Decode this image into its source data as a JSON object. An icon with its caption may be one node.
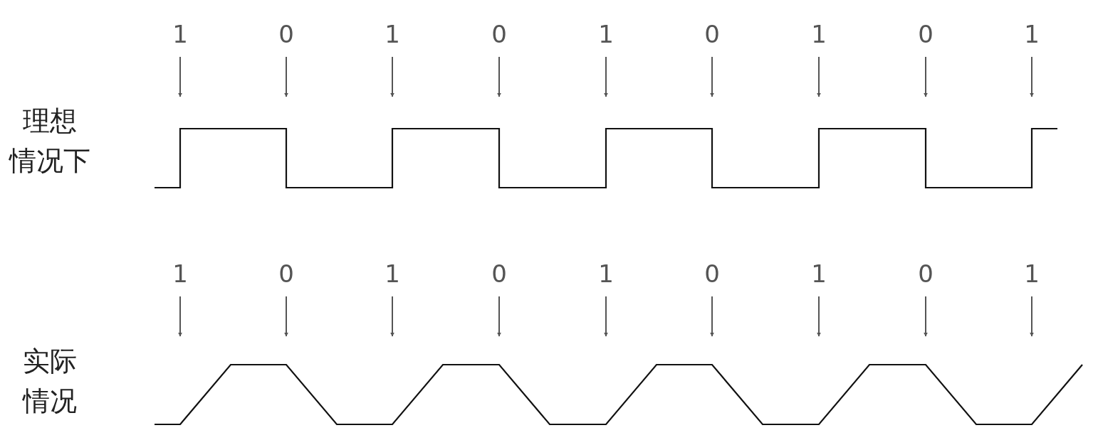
{
  "diagram": {
    "nodes": [
      {
        "text": [
          "1"
        ]
      },
      {
        "text": [
          "0"
        ]
      },
      {
        "text": [
          "1"
        ]
      },
      {
        "text": [
          "0"
        ]
      },
      {
        "text": [
          "1"
        ]
      },
      {
        "text": [
          "0"
        ]
      },
      {
        "text": [
          "1"
        ]
      },
      {
        "text": [
          "0"
        ]
      },
      {
        "text": [
          "1"
        ]
      },
      {
        "text": [
          "1"
        ]
      },
      {
        "text": [
          "0"
        ]
      },
      {
        "text": [
          "1"
        ]
      },
      {
        "text": [
          "0"
        ]
      },
      {
        "text": [
          "1"
        ]
      },
      {
        "text": [
          "0"
        ]
      },
      {
        "text": [
          "1"
        ]
      },
      {
        "text": [
          "0"
        ]
      },
      {
        "text": [
          "1"
        ]
      }
    ],
    "edges": [
      {
        "from": 0,
        "to": null,
        "arrow": "to"
      },
      {
        "from": 1,
        "to": null,
        "arrow": "to"
      },
      {
        "from": 2,
        "to": null,
        "arrow": "to"
      },
      {
        "from": 3,
        "to": null,
        "arrow": "to"
      },
      {
        "from": 4,
        "to": null,
        "arrow": "to"
      },
      {
        "from": 5,
        "to": null,
        "arrow": "to"
      },
      {
        "from": 6,
        "to": null,
        "arrow": "to"
      },
      {
        "from": 7,
        "to": null,
        "arrow": "to"
      },
      {
        "from": 8,
        "to": null,
        "arrow": "to"
      },
      {
        "from": 9,
        "to": null,
        "arrow": "to"
      },
      {
        "from": 10,
        "to": null,
        "arrow": "to"
      },
      {
        "from": 11,
        "to": null,
        "arrow": "to"
      },
      {
        "from": 12,
        "to": null,
        "arrow": "to"
      },
      {
        "from": 13,
        "to": null,
        "arrow": "to"
      },
      {
        "from": 14,
        "to": null,
        "arrow": "to"
      },
      {
        "from": 15,
        "to": null,
        "arrow": "to"
      },
      {
        "from": 16,
        "to": null,
        "arrow": "to"
      },
      {
        "from": 17,
        "to": null,
        "arrow": "to"
      }
    ],
    "labels": [
      "理想情况下",
      "实际情况"
    ]
  }
}
